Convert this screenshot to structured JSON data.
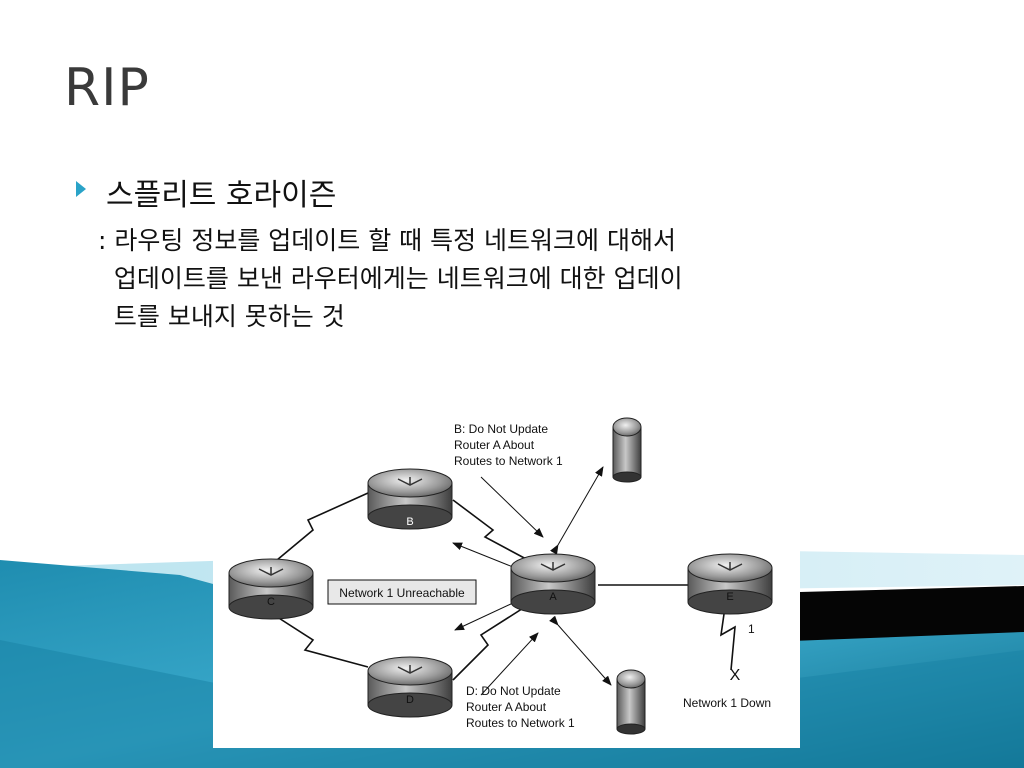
{
  "slide": {
    "title": "RIP",
    "bullet": "스플리트 호라이즌",
    "body_lines": [
      ": 라우팅 정보를 업데이트 할 때 특정 네트워크에 대해서",
      "  업데이트를 보낸 라우터에게는 네트워크에 대한 업데이",
      "  트를 보내지 못하는 것"
    ]
  },
  "diagram": {
    "routers": [
      {
        "id": "B",
        "label": "B"
      },
      {
        "id": "C",
        "label": "C"
      },
      {
        "id": "A",
        "label": "A"
      },
      {
        "id": "D",
        "label": "D"
      },
      {
        "id": "E",
        "label": "E"
      }
    ],
    "network_box": "Network 1 Unreachable",
    "note_b": [
      "B: Do Not Update",
      "Router A About",
      "Routes to Network 1"
    ],
    "note_d": [
      "D: Do Not Update",
      "Router A About",
      "Routes to Network 1"
    ],
    "link_label": "1",
    "down_label": "Network 1 Down"
  },
  "colors": {
    "accent": "#2aa3c8",
    "teal_dark": "#0e6f8a",
    "teal_light": "#8fd3e6"
  }
}
